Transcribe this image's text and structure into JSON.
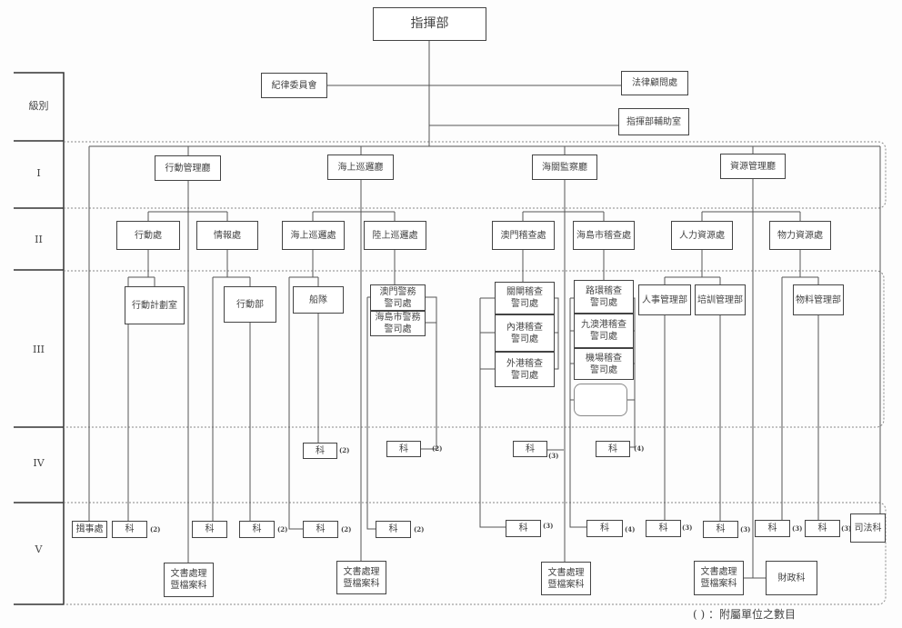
{
  "levels": {
    "header": "級別",
    "l1": "I",
    "l2": "II",
    "l3": "III",
    "l4": "IV",
    "l5": "V"
  },
  "top": {
    "command": "指揮部",
    "discipline": "紀律委員會",
    "legal": "法律顧問處",
    "support": "指揮部輔助室"
  },
  "level1": [
    "行動管理廳",
    "海上巡邏廳",
    "海關監察廳",
    "資源管理廳"
  ],
  "level2": [
    "行動處",
    "情報處",
    "海上巡邏處",
    "陸上巡邏處",
    "澳門稽查處",
    "海島市稽查處",
    "人力資源處",
    "物力資源處"
  ],
  "level3": [
    "行動計劃室",
    "行動部",
    "船隊",
    "澳門警務警司處",
    "海島市警務警司處",
    "關閘稽查警司處",
    "內港稽查警司處",
    "外港稽查警司處",
    "路環稽查警司處",
    "九澳港稽查警司處",
    "機場稽查警司處",
    "人事管理部",
    "培訓管理部",
    "物料管理部"
  ],
  "level4": [
    {
      "label": "科",
      "count": "(2)"
    },
    {
      "label": "科",
      "count": "(2)"
    },
    {
      "label": "科",
      "count": "(3)"
    },
    {
      "label": "科",
      "count": "(4)"
    }
  ],
  "level5": [
    {
      "label": "揖事處",
      "count": ""
    },
    {
      "label": "科",
      "count": "(2)"
    },
    {
      "label": "科",
      "count": ""
    },
    {
      "label": "科",
      "count": "(2)"
    },
    {
      "label": "科",
      "count": "(2)"
    },
    {
      "label": "科",
      "count": "(2)"
    },
    {
      "label": "科",
      "count": "(3)"
    },
    {
      "label": "科",
      "count": "(4)"
    },
    {
      "label": "科",
      "count": "(3)"
    },
    {
      "label": "科",
      "count": "(3)"
    },
    {
      "label": "科",
      "count": "(3)"
    },
    {
      "label": "科",
      "count": "(3)"
    },
    {
      "label": "司法科",
      "count": ""
    }
  ],
  "records": "文書處理暨檔案科",
  "finance": "財政科",
  "legend": "( ) ：附屬單位之數目"
}
